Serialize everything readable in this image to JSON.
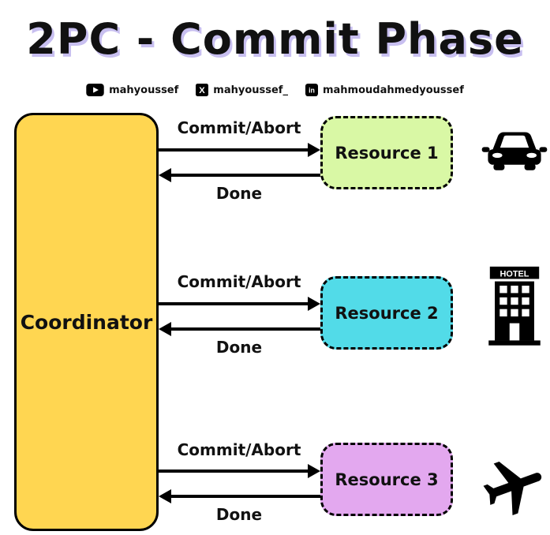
{
  "title": "2PC - Commit Phase",
  "social": [
    {
      "platform": "youtube",
      "handle": "mahyoussef"
    },
    {
      "platform": "x",
      "handle": "mahyoussef_"
    },
    {
      "platform": "linkedin",
      "handle": "mahmoudahmedyoussef"
    }
  ],
  "coordinator": {
    "label": "Coordinator",
    "color": "#FFD651"
  },
  "resources": [
    {
      "label": "Resource 1",
      "color": "#D9F8A5",
      "icon": "car-icon"
    },
    {
      "label": "Resource 2",
      "color": "#52DBE8",
      "icon": "hotel-icon"
    },
    {
      "label": "Resource 3",
      "color": "#E3A8EF",
      "icon": "plane-icon"
    }
  ],
  "messages": {
    "request": "Commit/Abort",
    "response": "Done"
  },
  "icons": {
    "hotel_sign": "HOTEL"
  },
  "colors": {
    "title_shadow": "#C8BFF0",
    "arrow": "#000000",
    "background": "#FFFFFF"
  }
}
